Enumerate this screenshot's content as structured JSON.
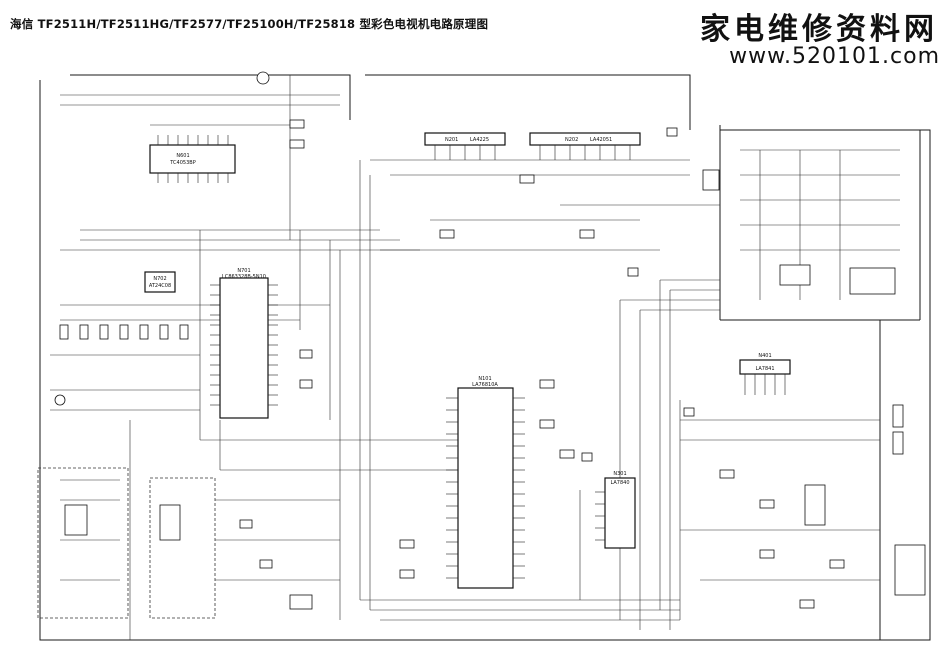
{
  "header": {
    "title": "海信 TF2511H/TF2511HG/TF2577/TF25100H/TF25818 型彩色电视机电路原理图"
  },
  "watermark": {
    "name": "家电维修资料网",
    "url": "www.520101.com"
  },
  "chips": {
    "u1": {
      "ref": "N601",
      "part": "TC4053BP"
    },
    "u2": {
      "ref": "N701",
      "part": "LC863328B-5N10"
    },
    "u3": {
      "ref": "N702",
      "part": "AT24C08"
    },
    "u4": {
      "ref": "N201",
      "part": "LA4225"
    },
    "u5": {
      "ref": "N202",
      "part": "LA42051"
    },
    "u6": {
      "ref": "N101",
      "part": "LA76810A"
    },
    "u7": {
      "ref": "N301",
      "part": "LA7840"
    },
    "u8": {
      "ref": "N401",
      "part": "LA7841"
    }
  },
  "colors": {
    "ink": "#111111",
    "paper": "#ffffff"
  }
}
